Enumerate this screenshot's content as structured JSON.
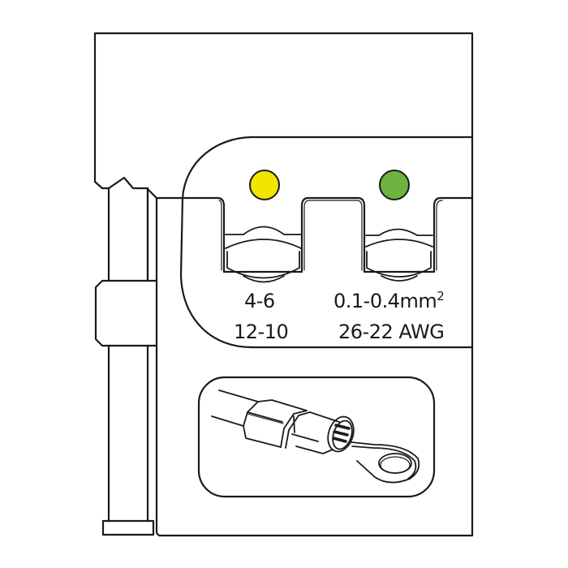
{
  "die": {
    "cavities": [
      {
        "id": "cavity-1",
        "color_code": "yellow",
        "color_hex": "#f2e500",
        "size_mm2": "4-6",
        "size_awg": "12-10"
      },
      {
        "id": "cavity-2",
        "color_code": "green",
        "color_hex": "#6db33f",
        "size_mm2_value": "0.1-0.4mm",
        "size_mm2_sup": "2",
        "size_awg": "26-22 AWG"
      }
    ],
    "illustration": "insulated-ring-terminal-crimped-on-wire"
  },
  "colors": {
    "outline": "#1a1a1a",
    "background": "#ffffff"
  }
}
